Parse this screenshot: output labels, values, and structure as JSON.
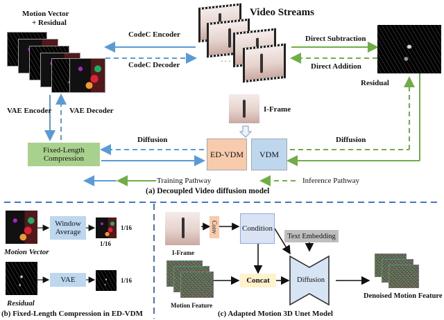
{
  "colors": {
    "blue": "#5b9bd5",
    "green": "#70ad47",
    "divider": "#4472c4",
    "fixed_box": "#a9d18e",
    "edvdm_box": "#f8cbad",
    "vdm_box": "#bdd7ee",
    "condition_box": "#dae3f3",
    "text_emb_box": "#bfbfbf",
    "concat_box": "#fff2cc"
  },
  "top": {
    "motion_vector_title": "Motion Vector",
    "residual_plus": "+ Residual",
    "video_streams": "Video Streams",
    "codec_encoder": "CodeC Encoder",
    "codec_decoder": "CodeC Decoder",
    "direct_subtraction": "Direct Subtraction",
    "direct_addition": "Direct Addition",
    "residual": "Residual",
    "vae_encoder": "VAE Encoder",
    "vae_decoder": "VAE Decoder",
    "iframe": "I-Frame",
    "fixed_length_box": "Fixed-Length Compression",
    "diffusion_left": "Diffusion",
    "diffusion_right": "Diffusion",
    "edvdm": "ED-VDM",
    "vdm": "VDM",
    "training_pathway": "Training Pathway",
    "inference_pathway": "Inference Pathway",
    "caption_a": "(a) Decoupled Video diffusion model"
  },
  "panel_b": {
    "motion_vector": "Motion Vector",
    "residual": "Residual",
    "window_average": "Window Average",
    "vae": "VAE",
    "ratio_right": "1/16",
    "ratio_below": "1/16",
    "ratio_residual": "1/16",
    "caption_b": "(b) Fixed-Length Compression in ED-VDM"
  },
  "panel_c": {
    "iframe": "I-Frame",
    "conv": "Conv",
    "condition": "Condition",
    "text_embedding": "Text Embedding",
    "concat": "Concat",
    "diffusion": "Diffusion",
    "motion_feature": "Motion Feature",
    "denoised": "Denoised Motion Feature",
    "caption_c": "(c) Adapted Motion 3D Unet Model"
  }
}
